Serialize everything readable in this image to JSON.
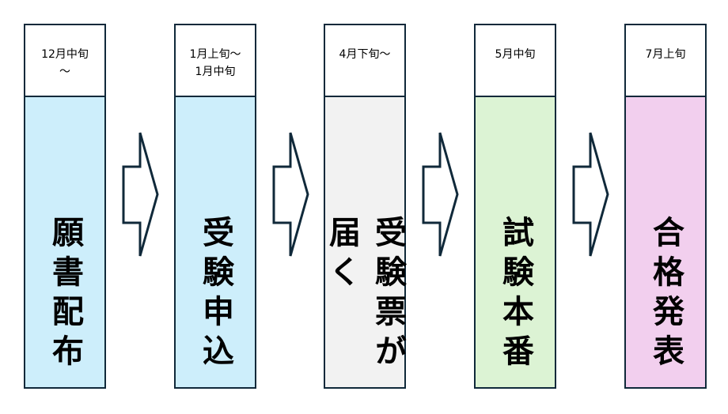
{
  "steps": [
    {
      "date": "12月中旬\n〜",
      "title": "願書配布",
      "color": "#cdeefb"
    },
    {
      "date": "1月上旬〜\n1月中旬",
      "title": "受験申込",
      "color": "#cdeefb"
    },
    {
      "date": "4月下旬〜",
      "title": "受験票が届く",
      "color": "#f2f2f2"
    },
    {
      "date": "5月中旬",
      "title": "試験本番",
      "color": "#dcf3d4"
    },
    {
      "date": "7月上旬",
      "title": "合格発表",
      "color": "#f2cfee"
    }
  ],
  "arrow_icon": "block-arrow-right"
}
